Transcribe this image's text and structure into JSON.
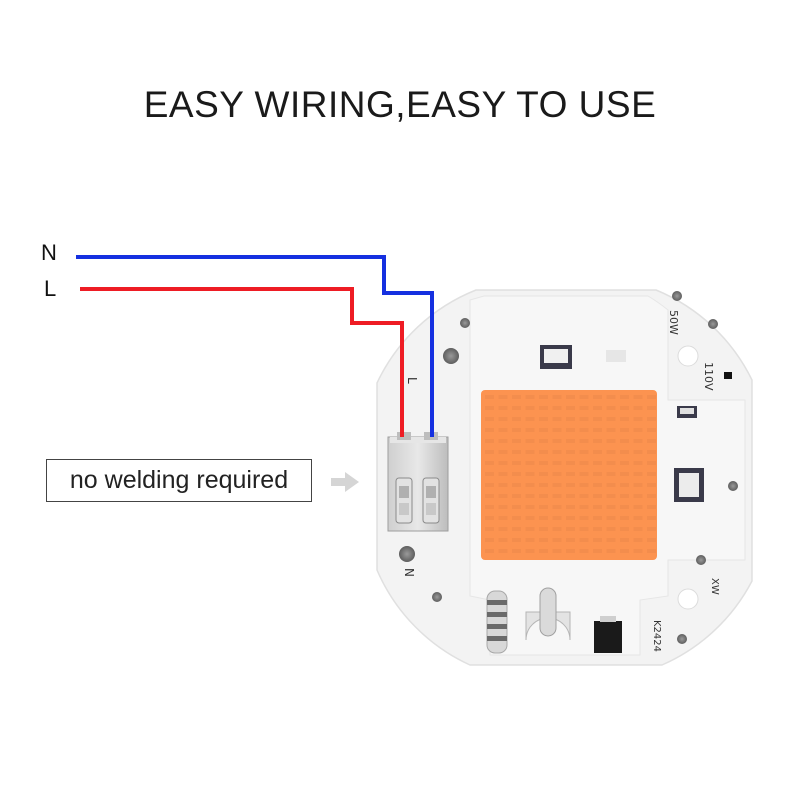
{
  "title": "EASY WIRING,EASY TO USE",
  "wires": {
    "neutral_label": "N",
    "live_label": "L",
    "neutral_color": "#1530e0",
    "live_color": "#ee1c24"
  },
  "callout": {
    "text": "no welding required"
  },
  "board": {
    "marking_power": "50W",
    "marking_voltage": "110V",
    "marking_l": "L",
    "marking_n": "N",
    "marking_xw": "XW",
    "marking_code": "K2424",
    "led_color": "#fc9350",
    "pcb_color": "#f3f3f3"
  }
}
